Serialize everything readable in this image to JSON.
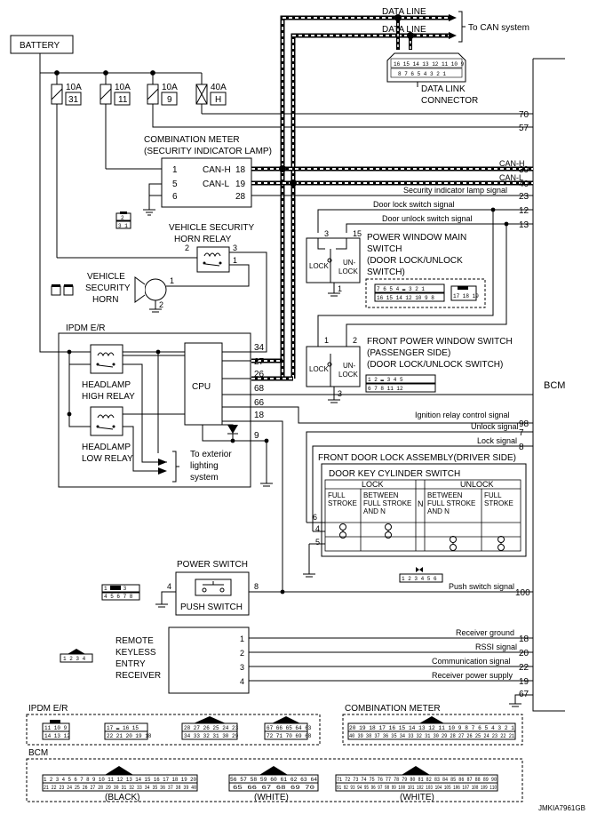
{
  "labels": {
    "battery": "BATTERY",
    "data_line_1": "DATA LINE",
    "data_line_2": "DATA LINE",
    "to_can": "To CAN system",
    "data_link_line1": "DATA LINK",
    "data_link_line2": "CONNECTOR",
    "bcm": "BCM",
    "combo_meter_line1": "COMBINATION METER",
    "combo_meter_line2": "(SECURITY INDICATOR LAMP)",
    "can_h": "CAN-H",
    "can_l": "CAN-L",
    "horn_relay_line1": "VEHICLE SECURITY",
    "horn_relay_line2": "HORN RELAY",
    "horn_line1": "VEHICLE",
    "horn_line2": "SECURITY",
    "horn_line3": "HORN",
    "pw_main_line1": "POWER WINDOW MAIN",
    "pw_main_line2": "SWITCH",
    "pw_main_line3": "(DOOR LOCK/UNLOCK",
    "pw_main_line4": "SWITCH)",
    "pw_front_line1": "FRONT POWER WINDOW SWITCH",
    "pw_front_line2": "(PASSENGER SIDE)",
    "pw_front_line3": "(DOOR LOCK/UNLOCK SWITCH)",
    "lock": "LOCK",
    "un": "UN-",
    "lock_sfx": "LOCK",
    "ipdm": "IPDM E/R",
    "cpu": "CPU",
    "hl_high_1": "HEADLAMP",
    "hl_high_2": "HIGH RELAY",
    "hl_low_1": "HEADLAMP",
    "hl_low_2": "LOW RELAY",
    "ext_light_1": "To exterior",
    "ext_light_2": "lighting",
    "ext_light_3": "system",
    "door_lock_assy": "FRONT DOOR LOCK ASSEMBLY(DRIVER SIDE)",
    "door_key_cyl": "DOOR KEY CYLINDER SWITCH",
    "tbl_lock": "LOCK",
    "tbl_n": "N",
    "tbl_unlock": "UNLOCK",
    "tbl_full_1": "FULL",
    "tbl_full_2": "STROKE",
    "tbl_between_1": "BETWEEN",
    "tbl_between_2": "FULL STROKE",
    "tbl_between_3": "AND N",
    "power_switch": "POWER SWITCH",
    "push_switch": "PUSH SWITCH",
    "remote_1": "REMOTE",
    "remote_2": "KEYLESS",
    "remote_3": "ENTRY",
    "remote_4": "RECEIVER",
    "conn_ipdm": "IPDM E/R",
    "conn_combo": "COMBINATION METER",
    "conn_bcm": "BCM",
    "black": "(BLACK)",
    "white_1": "(WHITE)",
    "white_2": "(WHITE)",
    "code": "JMKIA7961GB"
  },
  "fuses": [
    {
      "amp": "10A",
      "id": "31"
    },
    {
      "amp": "10A",
      "id": "11"
    },
    {
      "amp": "10A",
      "id": "9"
    },
    {
      "amp": "40A",
      "id": "H"
    }
  ],
  "signals": {
    "can_h": "CAN-H",
    "can_l": "CAN-L",
    "security_lamp": "Security indicator lamp signal",
    "door_lock_sw": "Door lock switch signal",
    "door_unlock_sw": "Door unlock switch signal",
    "ignition_relay": "Ignition relay control signal",
    "unlock": "Unlock signal",
    "lock": "Lock signal",
    "push_switch": "Push switch signal",
    "receiver_ground": "Receiver ground",
    "rssi": "RSSI signal",
    "communication": "Communication signal",
    "receiver_power": "Receiver power supply"
  },
  "bcm_pins": {
    "p70": "70",
    "p57": "57",
    "p39": "39",
    "p40": "40",
    "p23": "23",
    "p12": "12",
    "p13": "13",
    "p98": "98",
    "p7": "7",
    "p8": "8",
    "p100": "100",
    "p18": "18",
    "p20": "20",
    "p22": "22",
    "p19": "19",
    "p67": "67"
  },
  "meter_pins": {
    "p1": "1",
    "p5": "5",
    "p6": "6",
    "p18": "18",
    "p19": "19",
    "p28": "28"
  },
  "ipdm_pins": {
    "p34": "34",
    "p27": "27",
    "p26": "26",
    "p68": "68",
    "p66": "66",
    "p18": "18",
    "p9": "9"
  },
  "misc_pins": {
    "relay_2": "2",
    "relay_3": "3",
    "relay_1": "1",
    "horn_1": "1",
    "horn_2": "2",
    "pwm_3": "3",
    "pwm_15": "15",
    "pwm_1": "1",
    "pwf_1": "1",
    "pwf_2": "2",
    "pwf_3": "3",
    "dl_6": "6",
    "dl_4": "4",
    "dl_5": "5",
    "ps_4": "4",
    "ps_8": "8",
    "rk_1": "1",
    "rk_2": "2",
    "rk_3": "3",
    "rk_4": "4"
  },
  "connector_rows": {
    "dlc_top": "16 15 14 13 12 11 10 9",
    "dlc_bot": "8 7 6 5 4 3 2 1",
    "pwm_top": "7 6 5 4 ▬ 3 2 1",
    "pwm_bot": "16 15 14 12 10 9 8",
    "pwm_r": "17 18 19",
    "pwf_top": "1 2 ▬ 3 4 5",
    "pwf_bot": "6 7 8 11 12",
    "c21": "2",
    "c31": "3 1",
    "dl_small": "1 2 3 4 5 6",
    "ps_top": "1 ▬ 2 3",
    "ps_bot": "4 5 6 7 8",
    "rk": "1 2 3 4",
    "ipdm_a_top": "11 10 9",
    "ipdm_a_bot": "14 13 12",
    "ipdm_b_top": "17 ▬ 16 15",
    "ipdm_b_bot": "22 21 20 19 18",
    "ipdm_c_top": "28 27 26 25 24 23",
    "ipdm_c_bot": "34 33 32 31 30 29",
    "ipdm_d_top": "67 66 65 64 63",
    "ipdm_d_bot": "72 71 70 69 68",
    "combo_top": "20 19 18 17 16 15 14 13 12 11 10 9 8 7 6 5 4 3 2 1",
    "combo_bot": "40 39 38 37 36 35 34 33 32 31 30 29 28 27 26 25 24 23 22 21",
    "bcm_a_top": "1 2 3 4 5 6 7 8 9 10 11 12 13 14 15 16 17 18 19 20",
    "bcm_a_bot": "21 22 23 24 25 26 27 28 29 30 31 32 33 34 35 36 37 38 39 40",
    "bcm_b_top": "56 57 58 59 60 61 62 63 64",
    "bcm_b_bot": "65 66 67 68 69 70",
    "bcm_c_top": "71 72 73 74 75 76 77 78 79 80 81 82 83 84 85 86 87 88 89 90",
    "bcm_c_bot": "91 92 93 94 95 96 97 98 99 100 101 102 103 104 105 106 107 108 109 110"
  }
}
